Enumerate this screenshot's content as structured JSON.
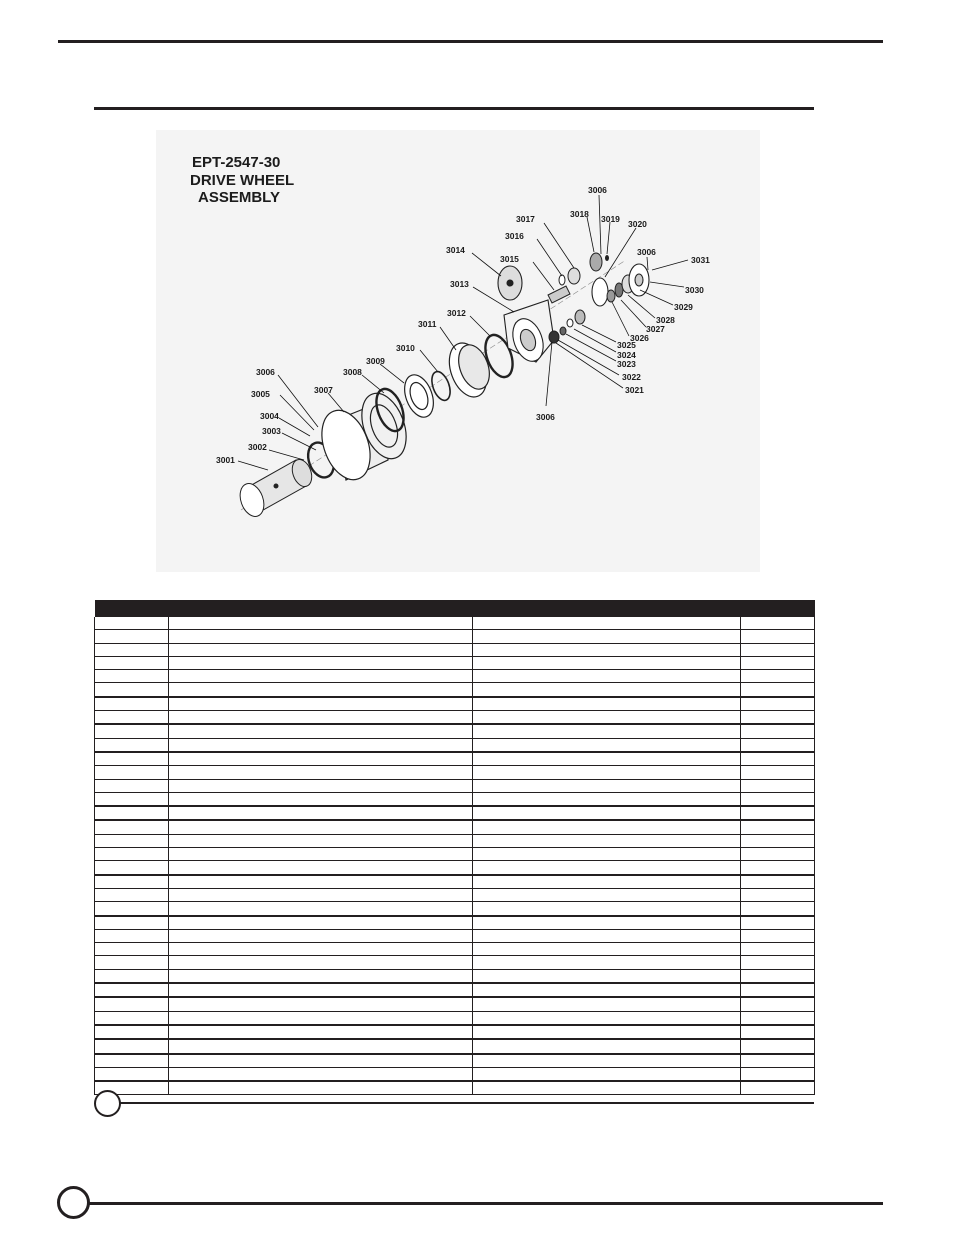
{
  "diagram": {
    "title_lines": [
      "EPT-2547-30",
      "DRIVE WHEEL",
      "ASSEMBLY"
    ],
    "callouts": [
      "3001",
      "3002",
      "3003",
      "3004",
      "3005",
      "3006",
      "3007",
      "3008",
      "3009",
      "3010",
      "3011",
      "3012",
      "3013",
      "3014",
      "3015",
      "3016",
      "3017",
      "3018",
      "3006",
      "3019",
      "3020",
      "3006",
      "3031",
      "3030",
      "3029",
      "3028",
      "3027",
      "3026",
      "3025",
      "3024",
      "3023",
      "3022",
      "3021",
      "3006"
    ]
  },
  "table": {
    "columns": [
      "",
      "",
      "",
      ""
    ],
    "row_count": 35
  }
}
